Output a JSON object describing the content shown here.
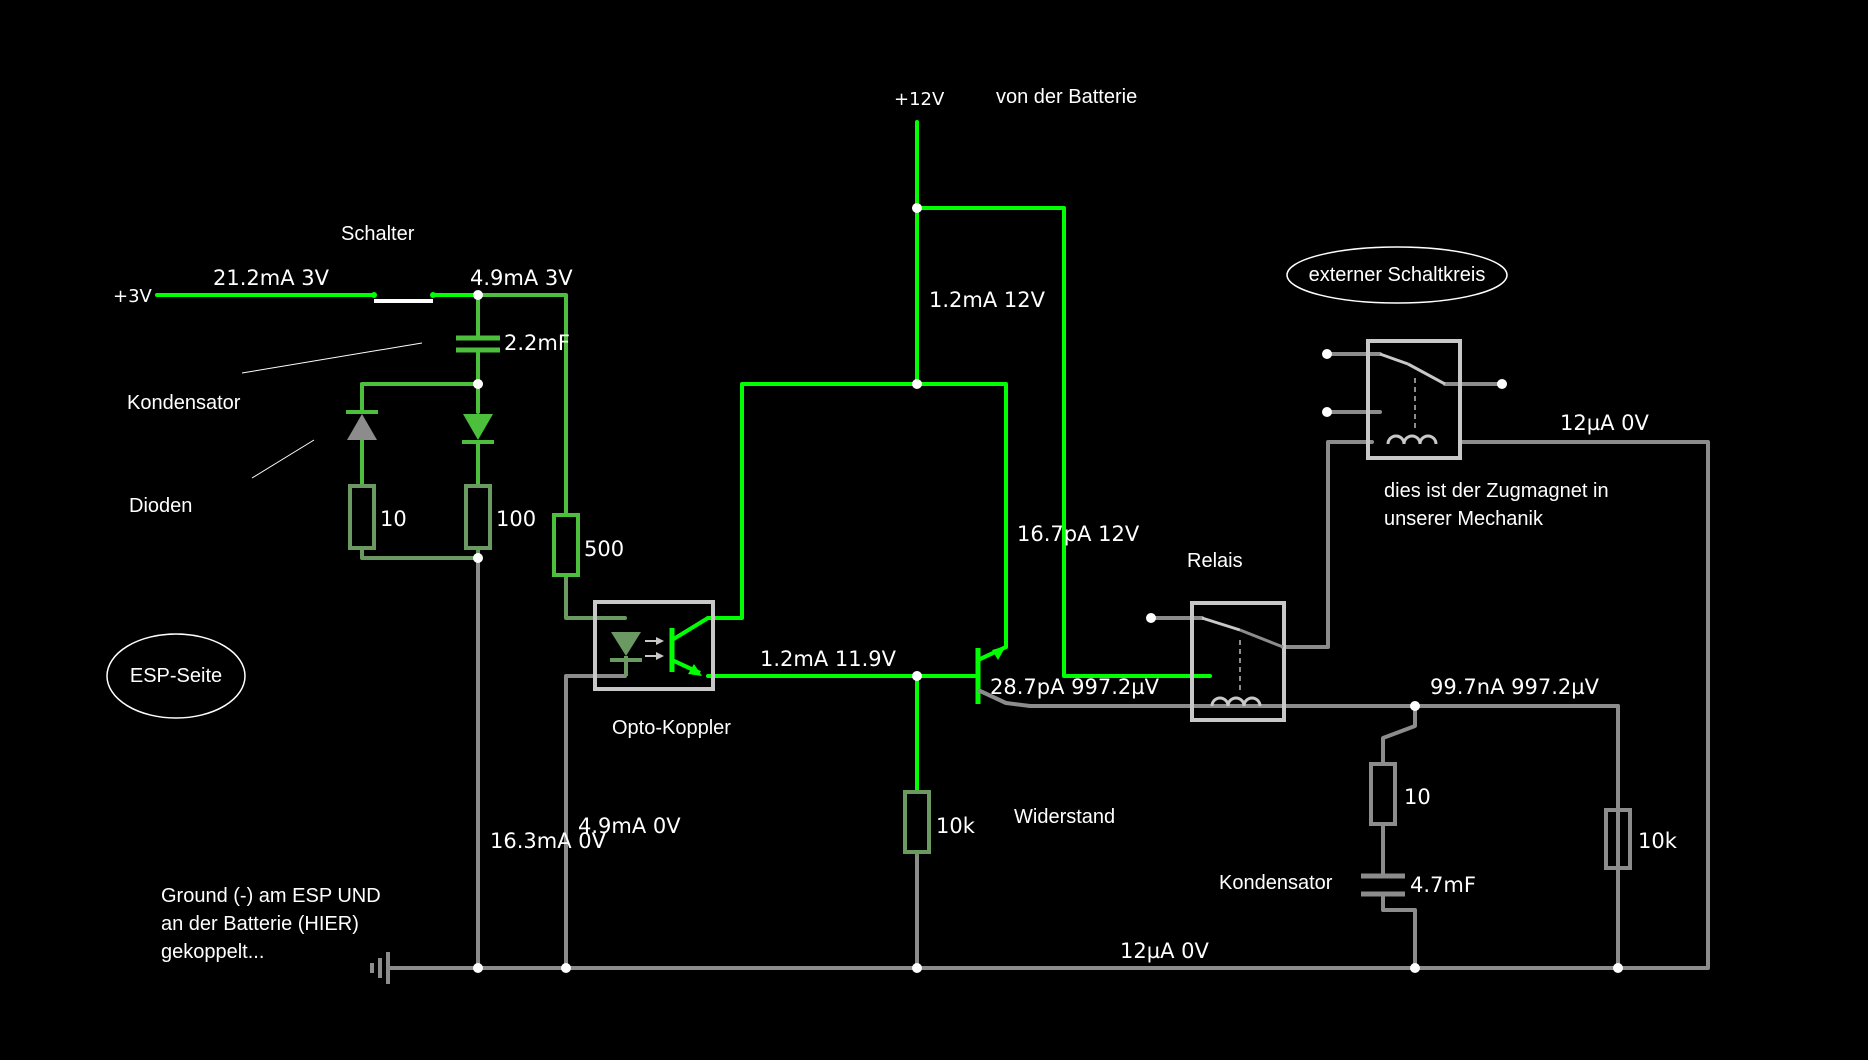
{
  "colors": {
    "background": "#000000",
    "wire_active": "#00ff00",
    "wire_mid": "#4cbf3c",
    "wire_dim": "#6a9a62",
    "wire_idle": "#8c8c8c",
    "component": "#c8c8c8",
    "text": "#ffffff"
  },
  "labels": {
    "supply_3v": "+3V",
    "supply_12v": "+12V",
    "from_battery": "von der Batterie",
    "switch": "Schalter",
    "capacitor_esp": "Kondensator",
    "diodes": "Dioden",
    "esp_side": "ESP-Seite",
    "optocoupler": "Opto-Koppler",
    "resistor_note": "Widerstand",
    "relay": "Relais",
    "external_circuit": "externer Schaltkreis",
    "magnet_line1": "dies ist der Zugmagnet in",
    "magnet_line2": "unserer Mechanik",
    "capacitor_ext": "Kondensator",
    "ground_line1": "Ground (-) am ESP UND",
    "ground_line2": "an der Batterie (HIER)",
    "ground_line3": "gekoppelt..."
  },
  "components": {
    "c_esp": "2.2mF",
    "r_diode_left": "10",
    "r_diode_right": "100",
    "r_led": "500",
    "r_base": "10k",
    "r_ext_series": "10",
    "c_ext": "4.7mF",
    "r_ext_load": "10k"
  },
  "readings": {
    "input": "21.2mA 3V",
    "after_switch": "4.9mA 3V",
    "supply_branch": "1.2mA 12V",
    "collector": "16.7pA 12V",
    "emitter": "1.2mA 11.9V",
    "base": "28.7pA 997.2µV",
    "relay_out": "99.7nA 997.2µV",
    "ext_top": "12µA 0V",
    "ground_left": "16.3mA 0V",
    "ground_led": "4.9mA 0V",
    "ground_bottom": "12µA 0V"
  }
}
